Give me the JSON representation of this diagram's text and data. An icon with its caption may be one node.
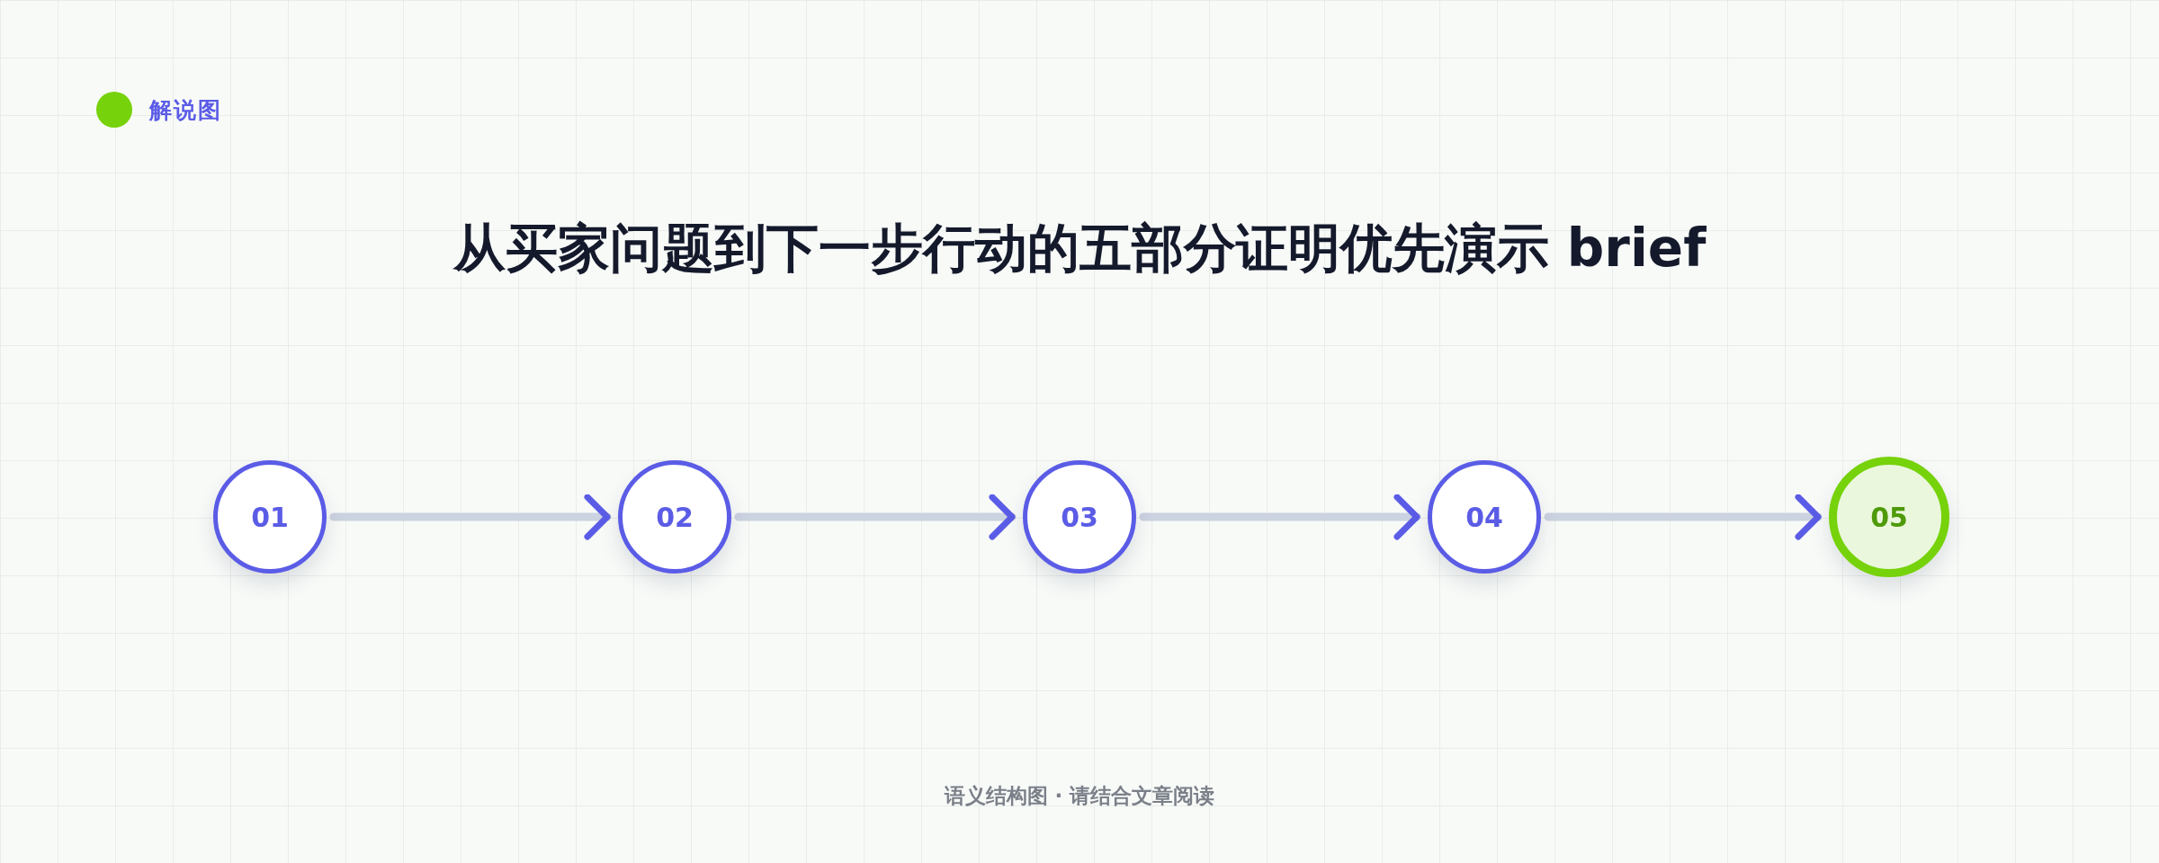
{
  "diagram": {
    "title": "从买家问题到下一步行动的五部分证明优先演示 brief",
    "nodes": [
      {
        "text": [
          "01"
        ]
      },
      {
        "text": [
          "02"
        ]
      },
      {
        "text": [
          "03"
        ]
      },
      {
        "text": [
          "04"
        ]
      },
      {
        "text": [
          "05"
        ]
      }
    ],
    "edges": [
      {
        "from": 0,
        "to": 1,
        "arrow": "to"
      },
      {
        "from": 1,
        "to": 2,
        "arrow": "to"
      },
      {
        "from": 2,
        "to": 3,
        "arrow": "to"
      },
      {
        "from": 3,
        "to": 4,
        "arrow": "to"
      }
    ],
    "labels": [
      "解说图",
      "语义结构图 · 请结合文章阅读"
    ]
  }
}
